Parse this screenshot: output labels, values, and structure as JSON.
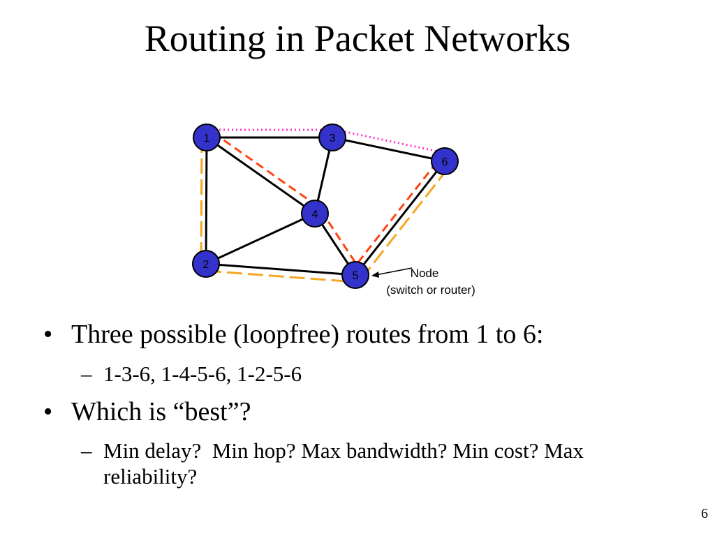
{
  "title": "Routing in Packet Networks",
  "diagram": {
    "nodes": [
      {
        "id": "1",
        "label": "1"
      },
      {
        "id": "2",
        "label": "2"
      },
      {
        "id": "3",
        "label": "3"
      },
      {
        "id": "4",
        "label": "4"
      },
      {
        "id": "5",
        "label": "5"
      },
      {
        "id": "6",
        "label": "6"
      }
    ],
    "links": [
      [
        "1",
        "3"
      ],
      [
        "3",
        "6"
      ],
      [
        "1",
        "2"
      ],
      [
        "1",
        "4"
      ],
      [
        "3",
        "4"
      ],
      [
        "2",
        "4"
      ],
      [
        "4",
        "5"
      ],
      [
        "2",
        "5"
      ],
      [
        "5",
        "6"
      ]
    ],
    "routes": [
      {
        "path": [
          "1",
          "3",
          "6"
        ],
        "style": "dotted",
        "color": "#ff33cc"
      },
      {
        "path": [
          "1",
          "4",
          "5",
          "6"
        ],
        "style": "dashed",
        "color": "#ff4411"
      },
      {
        "path": [
          "1",
          "2",
          "5",
          "6"
        ],
        "style": "long-dashed",
        "color": "#f5a623"
      }
    ],
    "node_fill": "#3333cc",
    "callout": {
      "line1": "Node",
      "line2": "(switch or router)"
    }
  },
  "bullets": {
    "marker": "•",
    "sub_marker": "–",
    "item1": "Three possible (loopfree) routes from 1 to 6:",
    "item1_sub": "1-3-6, 1-4-5-6, 1-2-5-6",
    "item2": "Which is “best”?",
    "item2_sub": "Min delay?  Min hop? Max bandwidth? Min cost? Max reliability?"
  },
  "page_number": "6"
}
